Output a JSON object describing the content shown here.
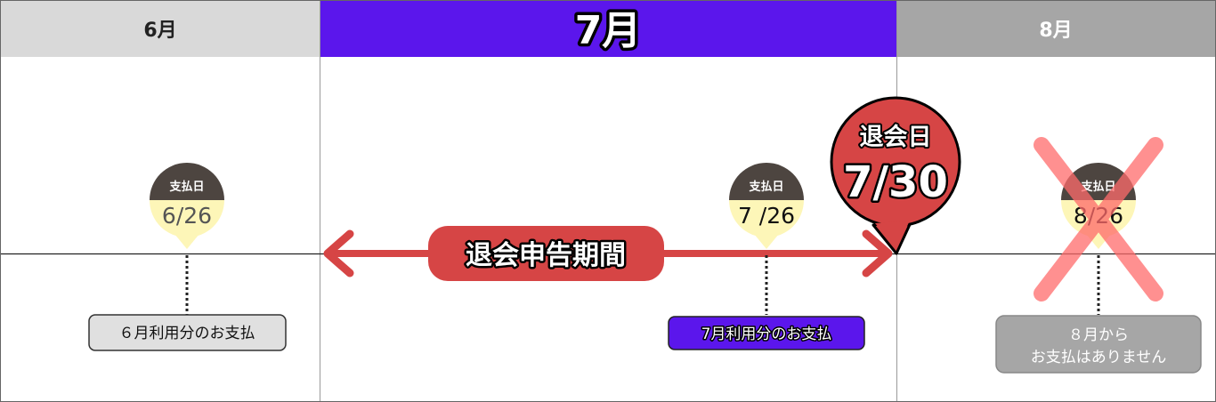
{
  "months": [
    {
      "label": "6月",
      "bg": "#d9d9d9",
      "color": "#222222"
    },
    {
      "label": "7月",
      "bg": "#5b16ec",
      "color": "#ffffff"
    },
    {
      "label": "8月",
      "bg": "#a6a6a6",
      "color": "#ffffff"
    }
  ],
  "period": {
    "label": "退会申告期間",
    "color": "#d64545"
  },
  "withdrawal": {
    "title": "退会日",
    "date": "7/30",
    "color": "#d64545"
  },
  "payments": [
    {
      "top_label": "支払日",
      "date": "6/26",
      "note": "６月利用分のお支払",
      "cancelled": false
    },
    {
      "top_label": "支払日",
      "date": "7 /26",
      "note": "7月利用分のお支払",
      "cancelled": false
    },
    {
      "top_label": "支払日",
      "date": "8/26",
      "note_lines": [
        "８月から",
        "お支払はありません"
      ],
      "cancelled": true
    }
  ],
  "colors": {
    "pin_top": "#4d4540",
    "pin_bottom": "#fdf6b8",
    "cross": "#ff6b6b"
  }
}
